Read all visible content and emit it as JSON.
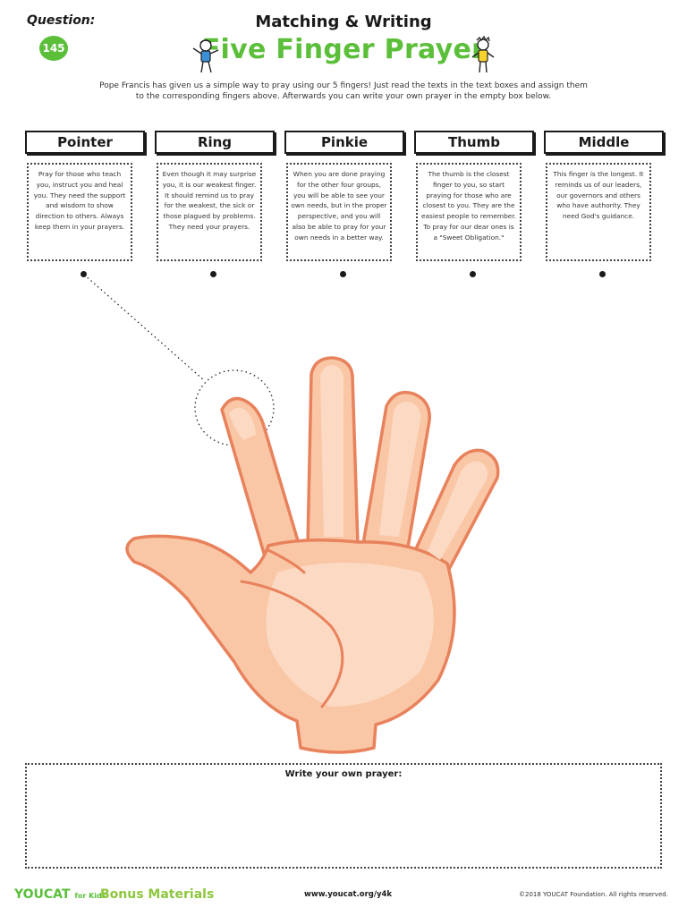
{
  "question": {
    "label": "Question:",
    "number": "145"
  },
  "header": {
    "subtitle": "Matching & Writing",
    "title": "Five Finger Prayer"
  },
  "intro": "Pope Francis has given us a simple way to pray using our 5 fingers! Just read the texts in the text boxes and assign them to the corresponding fingers above. Afterwards you can write your own prayer in the empty box below.",
  "fingers": [
    {
      "label": "Pointer",
      "text": "Pray for those who teach you, instruct you and heal you. They need the support and wisdom to show direction to others. Always keep them in your prayers."
    },
    {
      "label": "Ring",
      "text": "Even though it may surprise you, it is our weakest finger. It should remind us to pray for the weakest, the sick or those plagued by problems. They need your prayers."
    },
    {
      "label": "Pinkie",
      "text": "When you are done praying for the other four groups, you will be able to see your own needs, but in the proper perspective, and you will also be able to pray for your own needs in a better way."
    },
    {
      "label": "Thumb",
      "text": "The thumb is the closest finger to you, so start praying for those who are closest to you. They are the easiest people to remember. To pray for our dear ones is a \"Sweet Obligation.\""
    },
    {
      "label": "Middle",
      "text": "This finger is the longest. It reminds us of our leaders, our governors and others who have authority. They need God's guidance."
    }
  ],
  "prayer_box": {
    "label": "Write your own prayer:"
  },
  "footer": {
    "brand": "YOUCAT",
    "brand_suffix": "for Kids",
    "bonus": "Bonus Materials",
    "url": "www.youcat.org/y4k",
    "copyright": "©2018 YOUCAT Foundation. All rights reserved."
  },
  "colors": {
    "accent_green": "#5bbf3a",
    "skin": "#f9c7a6",
    "skin_outline": "#e8825c"
  }
}
